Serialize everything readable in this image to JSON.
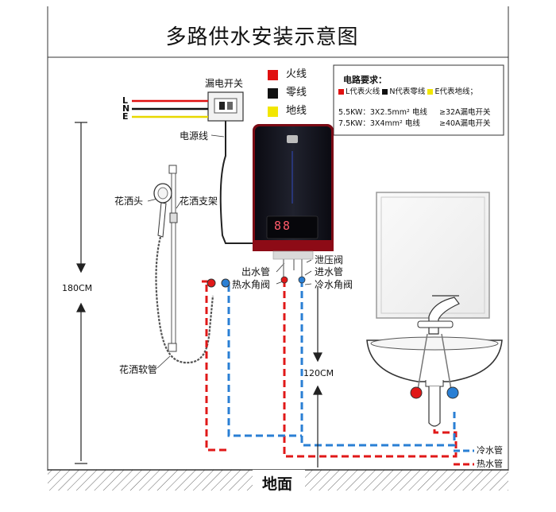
{
  "title": "多路供水安装示意图",
  "wire_legend": [
    {
      "label": "火线",
      "color": "#e01010"
    },
    {
      "label": "零线",
      "color": "#111111"
    },
    {
      "label": "地线",
      "color": "#f2e600"
    }
  ],
  "electrical_requirements": {
    "heading": "电路要求：",
    "codes": [
      {
        "text": "L代表火线",
        "color": "#e01010"
      },
      {
        "text": "N代表零线",
        "color": "#111111"
      },
      {
        "text": "E代表地线；",
        "color": "#f2e600"
      }
    ],
    "rows": [
      {
        "power": "5.5KW：3X2.5mm² 电线",
        "breaker": "≥32A漏电开关"
      },
      {
        "power": "7.5KW：3X4mm² 电线",
        "breaker": "≥40A漏电开关"
      }
    ]
  },
  "wire_letters": [
    "L",
    "N",
    "E"
  ],
  "labels": {
    "leakage_switch": "漏电开关",
    "power_cord": "电源线",
    "shower_head": "花洒头",
    "shower_bracket": "花洒支架",
    "shower_hose": "花洒软管",
    "outlet_pipe": "出水管",
    "hot_angle_valve": "热水角阀",
    "pressure_valve": "泄压阀",
    "inlet_pipe": "进水管",
    "cold_angle_valve": "冷水角阀",
    "ground": "地面"
  },
  "heater_display": "88",
  "heights": {
    "total": "180CM",
    "heater": "120CM"
  },
  "pipe_legend": [
    {
      "label": "冷水管",
      "color": "#2a7fd4"
    },
    {
      "label": "热水管",
      "color": "#e01818"
    }
  ]
}
